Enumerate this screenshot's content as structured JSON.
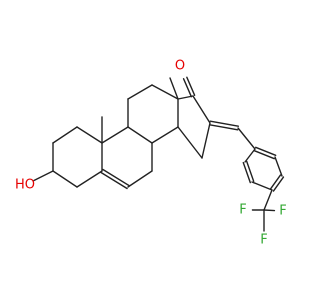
{
  "molecule": {
    "labels": {
      "hydroxyl": "HO",
      "ketone_oxygen": "O",
      "fluorine": "F"
    },
    "colors": {
      "bond": "#222222",
      "oxygen": "#e60000",
      "fluorine": "#33a833",
      "background": "#ffffff"
    }
  }
}
